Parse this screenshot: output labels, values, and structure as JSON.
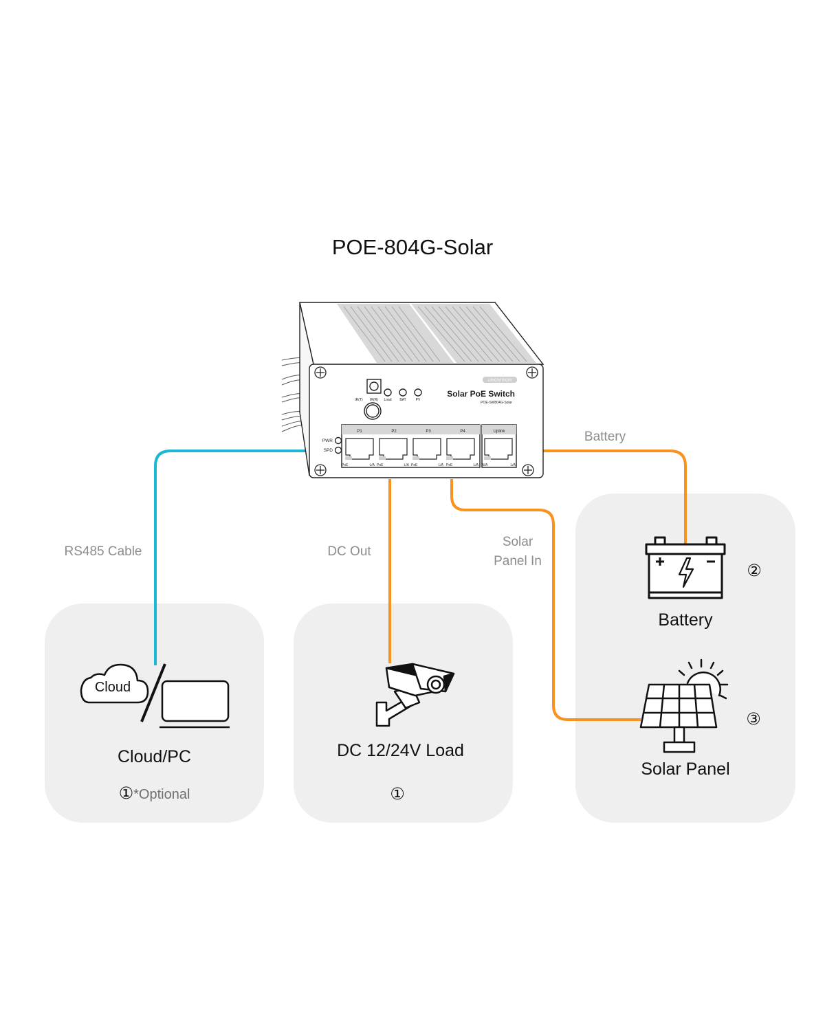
{
  "title": "POE-804G-Solar",
  "device": {
    "brand": "LINOVISION",
    "name": "Solar PoE Switch",
    "model": "POE-SW804G-Solar",
    "indicators": [
      "IR(T)",
      "IR(R)",
      "Load",
      "BAT",
      "PV"
    ],
    "side_leds": [
      "PWR",
      "SPD"
    ],
    "ports": [
      "P1",
      "P2",
      "P3",
      "P4"
    ],
    "uplink": "Uplink",
    "port_sub_left": [
      "PoE",
      "PoE",
      "PoE",
      "PoE",
      "N/A"
    ],
    "port_sub_right": [
      "L/A",
      "L/A",
      "L/A",
      "L/A",
      "L/A"
    ]
  },
  "connections": {
    "rs485": "RS485 Cable",
    "dc_out": "DC Out",
    "solar_in": [
      "Solar",
      "Panel In"
    ],
    "battery": "Battery"
  },
  "cards": {
    "cloud_pc": {
      "icon_text": "Cloud",
      "title": "Cloud/PC",
      "marker": "①",
      "note": "*Optional"
    },
    "load": {
      "title": "DC 12/24V Load",
      "marker": "①"
    },
    "battery": {
      "title": "Battery",
      "marker": "②"
    },
    "solar": {
      "title": "Solar Panel",
      "marker": "③"
    }
  },
  "colors": {
    "rs485": "#1bb7d4",
    "power": "#f7931e",
    "panel_bg": "#efefef"
  }
}
